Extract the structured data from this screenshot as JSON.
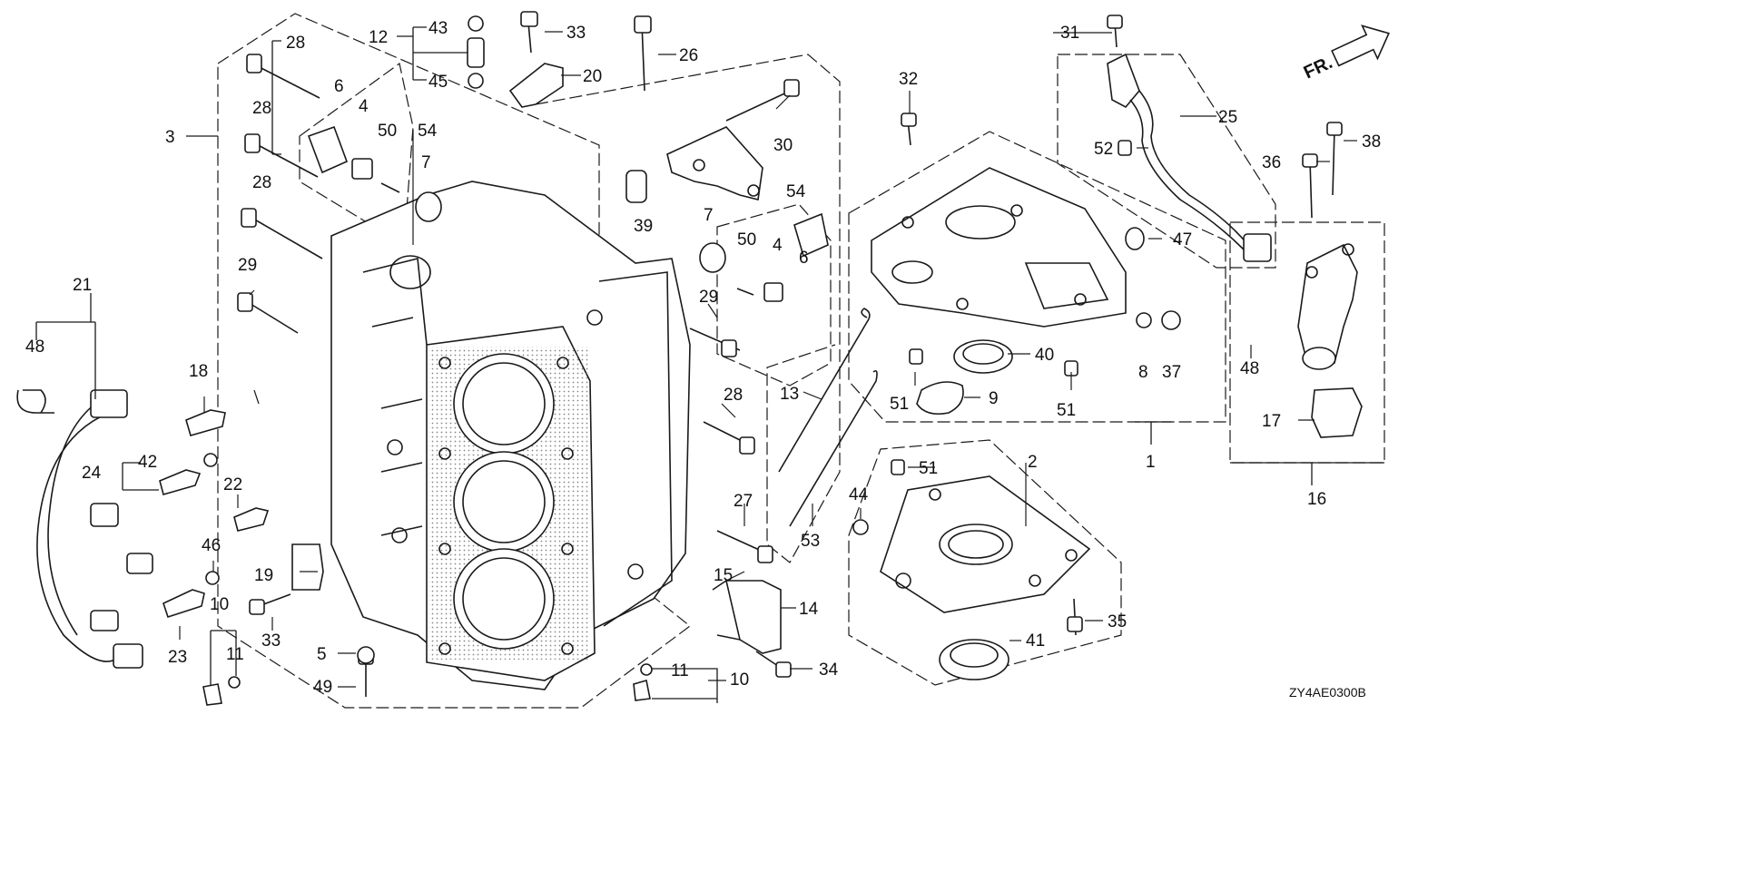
{
  "diagram": {
    "reference_code": "ZY4AE0300B",
    "front_marker": "FR.",
    "callouts": {
      "c1": "1",
      "c2": "2",
      "c3": "3",
      "c4a": "4",
      "c4b": "4",
      "c5": "5",
      "c6a": "6",
      "c6b": "6",
      "c7a": "7",
      "c7b": "7",
      "c8": "8",
      "c9": "9",
      "c10a": "10",
      "c10b": "10",
      "c11a": "11",
      "c11b": "11",
      "c12": "12",
      "c13": "13",
      "c14": "14",
      "c15": "15",
      "c16": "16",
      "c17": "17",
      "c18": "18",
      "c19": "19",
      "c20": "20",
      "c21": "21",
      "c22": "22",
      "c23": "23",
      "c24": "24",
      "c25": "25",
      "c26": "26",
      "c27": "27",
      "c28a": "28",
      "c28b": "28",
      "c28c": "28",
      "c28d": "28",
      "c29a": "29",
      "c29b": "29",
      "c30": "30",
      "c31": "31",
      "c32": "32",
      "c33a": "33",
      "c33b": "33",
      "c34": "34",
      "c35": "35",
      "c36": "36",
      "c37": "37",
      "c38": "38",
      "c39": "39",
      "c40": "40",
      "c41": "41",
      "c42": "42",
      "c43": "43",
      "c44": "44",
      "c45": "45",
      "c46": "46",
      "c47": "47",
      "c48a": "48",
      "c48b": "48",
      "c49": "49",
      "c50a": "50",
      "c50b": "50",
      "c51a": "51",
      "c51b": "51",
      "c51c": "51",
      "c52": "52",
      "c53": "53",
      "c54a": "54",
      "c54b": "54"
    }
  }
}
